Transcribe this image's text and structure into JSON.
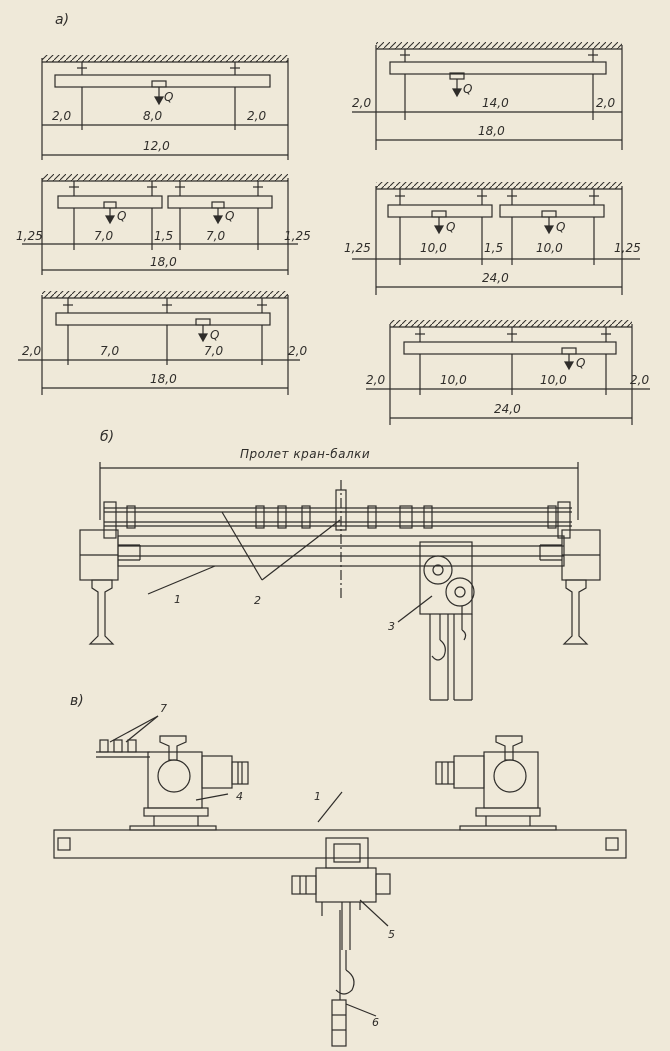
{
  "sections": {
    "a": "а)",
    "b": "б)",
    "v": "в)"
  },
  "load_label": "Q",
  "diagrams_a": {
    "d1": {
      "d": [
        "2,0",
        "8,0",
        "2,0"
      ],
      "span": "12,0"
    },
    "d2": {
      "d": [
        "2,0",
        "14,0",
        "2,0"
      ],
      "span": "18,0"
    },
    "d3": {
      "d": [
        "1,25",
        "7,0",
        "1,5",
        "7,0",
        "1,25"
      ],
      "span": "18,0"
    },
    "d4": {
      "d": [
        "1,25",
        "10,0",
        "1,5",
        "10,0",
        "1,25"
      ],
      "span": "24,0"
    },
    "d5": {
      "d": [
        "2,0",
        "7,0",
        "7,0",
        "2,0"
      ],
      "span": "18,0"
    },
    "d6": {
      "d": [
        "2,0",
        "10,0",
        "10,0",
        "2,0"
      ],
      "span": "24,0"
    }
  },
  "section_b": {
    "span_caption": "Пролет кран-балки",
    "labels": [
      "1",
      "2",
      "3"
    ]
  },
  "section_v": {
    "labels": [
      "7",
      "4",
      "1",
      "5",
      "6"
    ]
  },
  "palette": {
    "paper": "#efe9d9",
    "ink": "#2f2d2a"
  }
}
